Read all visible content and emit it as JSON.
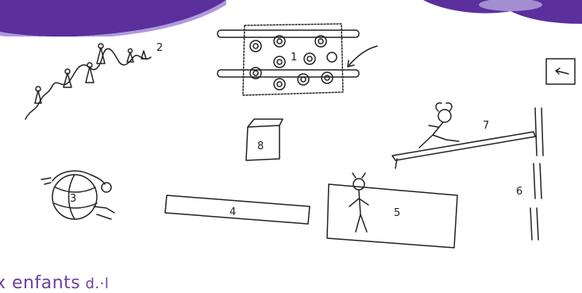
{
  "caption": {
    "text_large": "x enfants",
    "text_small": " d.·l"
  },
  "diagram": {
    "stations": [
      {
        "id": "1",
        "label": "1",
        "name": "ball-pit-mat"
      },
      {
        "id": "2",
        "label": "2",
        "name": "cone-slalom"
      },
      {
        "id": "3",
        "label": "3",
        "name": "ball-rolling"
      },
      {
        "id": "4",
        "label": "4",
        "name": "balance-bench"
      },
      {
        "id": "5",
        "label": "5",
        "name": "gym-mat"
      },
      {
        "id": "6",
        "label": "6",
        "name": "wall-bars"
      },
      {
        "id": "7",
        "label": "7",
        "name": "inclined-plank"
      },
      {
        "id": "8",
        "label": "8",
        "name": "jump-box"
      }
    ]
  },
  "colors": {
    "banner_purple": "#5b2f9c",
    "banner_light": "#9b7fd6",
    "ink": "#222222",
    "caption": "#6b3fa0"
  }
}
